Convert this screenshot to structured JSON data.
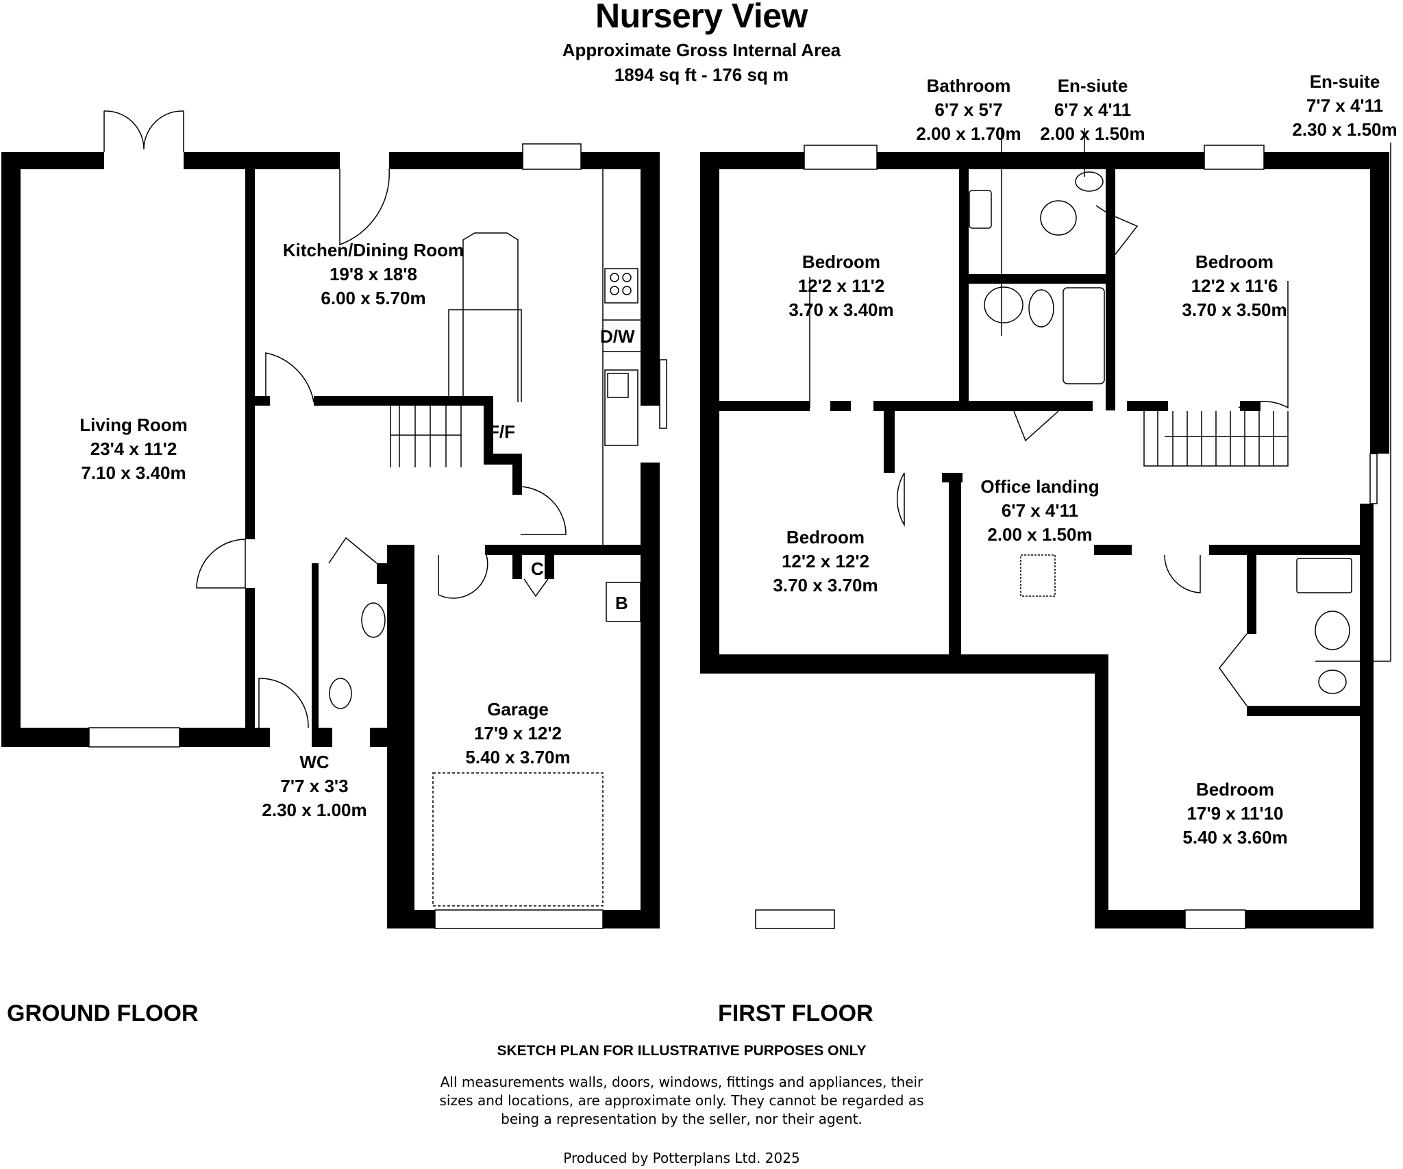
{
  "header": {
    "title": "Nursery View",
    "subtitle": "Approximate Gross Internal Area",
    "area": "1894 sq ft - 176 sq m"
  },
  "ground_floor": {
    "label": "GROUND FLOOR",
    "rooms": [
      {
        "name": "Living Room",
        "imperial": "23'4 x 11'2",
        "metric": "7.10 x 3.40m"
      },
      {
        "name": "Kitchen/Dining Room",
        "imperial": "19'8 x 18'8",
        "metric": "6.00 x 5.70m"
      },
      {
        "name": "WC",
        "imperial": "7'7 x 3'3",
        "metric": "2.30 x 1.00m"
      },
      {
        "name": "Garage",
        "imperial": "17'9 x 12'2",
        "metric": "5.40 x 3.70m"
      }
    ],
    "appliance_labels": {
      "dishwasher": "D/W",
      "fridge_freezer": "F/F",
      "cupboard": "C",
      "boiler": "B"
    }
  },
  "first_floor": {
    "label": "FIRST FLOOR",
    "rooms": [
      {
        "name": "Bathroom",
        "imperial": "6'7 x 5'7",
        "metric": "2.00 x 1.70m"
      },
      {
        "name": "En-siute",
        "imperial": "6'7 x 4'11",
        "metric": "2.00 x 1.50m"
      },
      {
        "name": "En-suite",
        "imperial": "7'7 x 4'11",
        "metric": "2.30 x 1.50m"
      },
      {
        "name": "Bedroom",
        "imperial": "12'2 x 11'2",
        "metric": "3.70 x 3.40m"
      },
      {
        "name": "Bedroom",
        "imperial": "12'2 x 11'6",
        "metric": "3.70 x 3.50m"
      },
      {
        "name": "Bedroom",
        "imperial": "12'2 x 12'2",
        "metric": "3.70 x 3.70m"
      },
      {
        "name": "Office landing",
        "imperial": "6'7 x 4'11",
        "metric": "2.00 x 1.50m"
      },
      {
        "name": "Bedroom",
        "imperial": "17'9 x 11'10",
        "metric": "5.40 x 3.60m"
      }
    ]
  },
  "footer": {
    "heading": "SKETCH PLAN FOR ILLUSTRATIVE PURPOSES ONLY",
    "disclaimer_lines": [
      "All measurements walls, doors, windows, fittings and appliances, their",
      "sizes and locations, are approximate only. They cannot be regarded as",
      "being a representation by the seller, nor their agent."
    ],
    "produced_by": "Produced by Potterplans Ltd. 2025"
  }
}
